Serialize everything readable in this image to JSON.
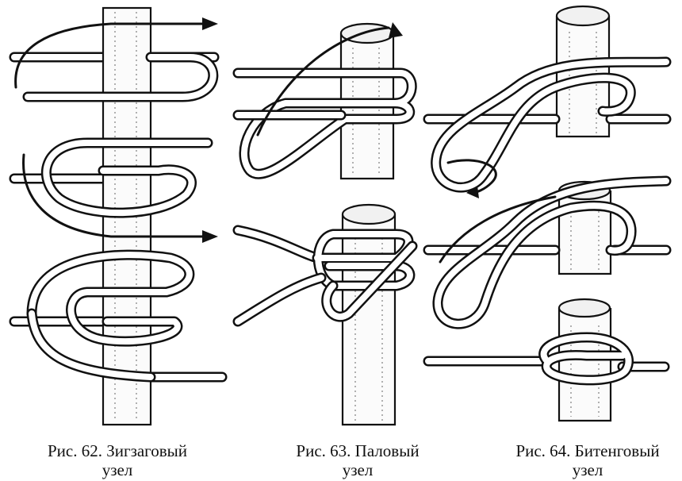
{
  "figures": [
    {
      "caption_line1": "Рис. 62. Зигзаговый",
      "caption_line2": "узел"
    },
    {
      "caption_line1": "Рис. 63. Паловый",
      "caption_line2": "узел"
    },
    {
      "caption_line1": "Рис. 64. Битенговый",
      "caption_line2": "узел"
    }
  ]
}
